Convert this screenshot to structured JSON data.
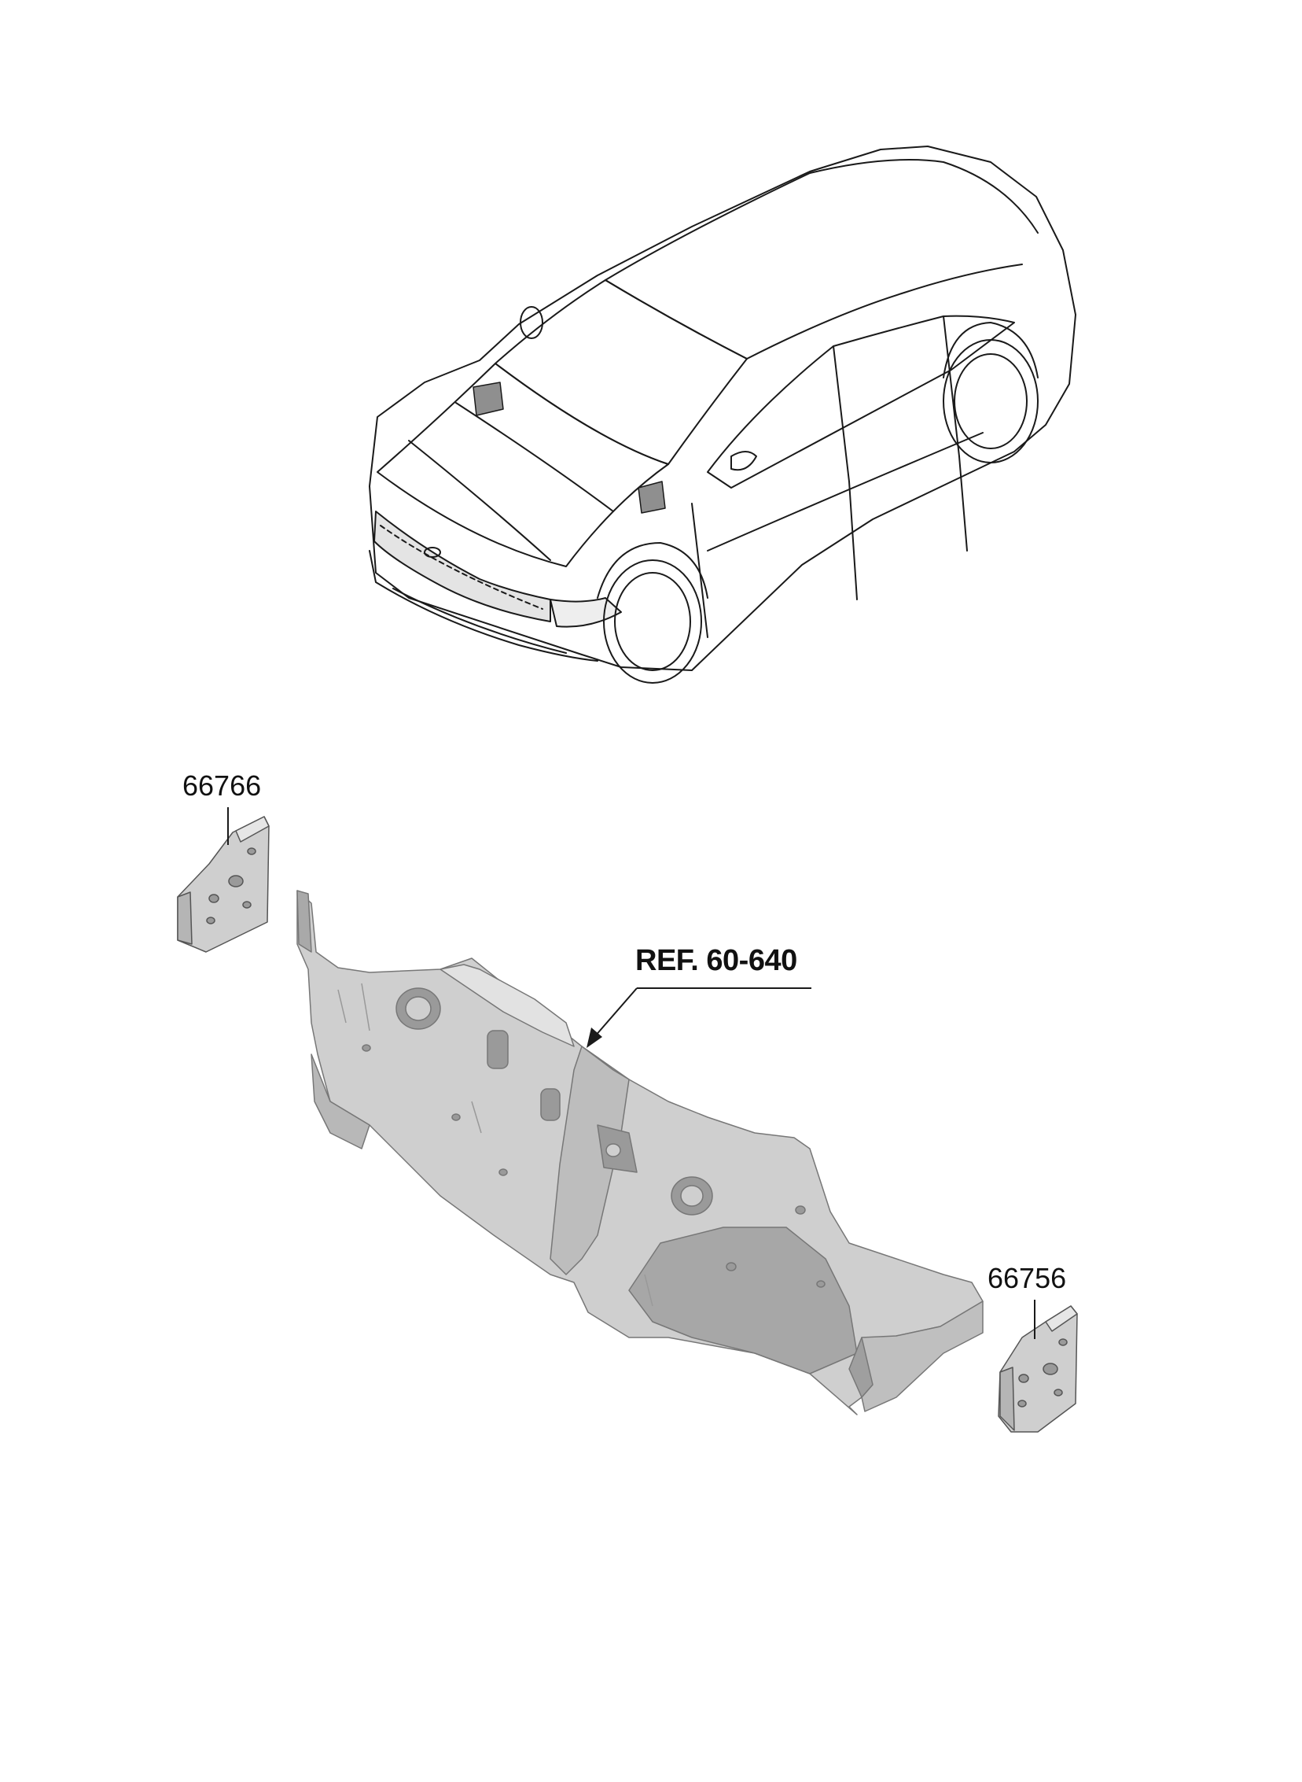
{
  "callouts": {
    "left_panel": "66766",
    "dash_panel_ref": "REF. 60-640",
    "right_panel": "66756"
  },
  "colors": {
    "line": "#1a1a1a",
    "part_fill": "#cfcfcf",
    "part_shade": "#a9a9a9",
    "part_light": "#e6e6e6",
    "highlight": "#8f8f8f"
  }
}
